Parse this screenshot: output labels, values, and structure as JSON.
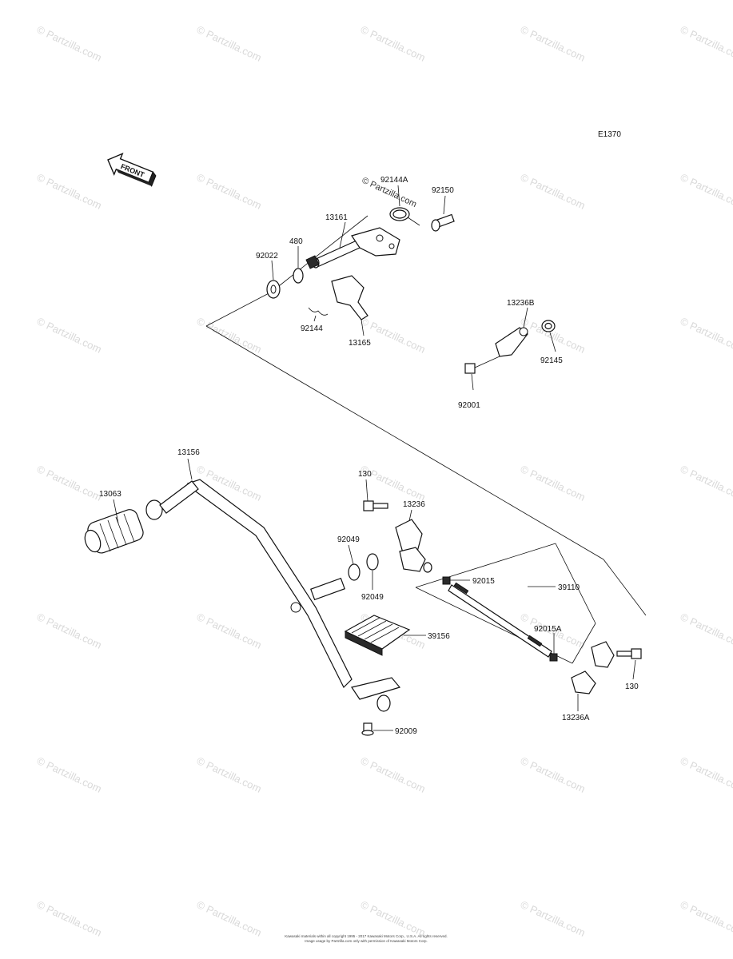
{
  "diagram": {
    "code": "E1370",
    "front_label": "FRONT",
    "center_watermark": "© Partzilla.com",
    "watermark_text": "© Partzilla.com",
    "footer_line1": "Kawasaki materials within all copyright 1995 - 2017 Kawasaki Motors Corp., U.S.A. All rights reserved.",
    "footer_line2": "Image usage by Partzilla.com only with permission of Kawasaki Motors Corp.",
    "labels": {
      "p92144A": "92144A",
      "p92150": "92150",
      "p13161": "13161",
      "p480": "480",
      "p92022": "92022",
      "p92144": "92144",
      "p13165": "13165",
      "p13236B": "13236B",
      "p92145": "92145",
      "p92001": "92001",
      "p13156": "13156",
      "p13063": "13063",
      "p130a": "130",
      "p13236": "13236",
      "p92049a": "92049",
      "p92049b": "92049",
      "p92015": "92015",
      "p39110": "39110",
      "p92015A": "92015A",
      "p39156": "39156",
      "p130b": "130",
      "p13236A": "13236A",
      "p92009": "92009"
    }
  }
}
